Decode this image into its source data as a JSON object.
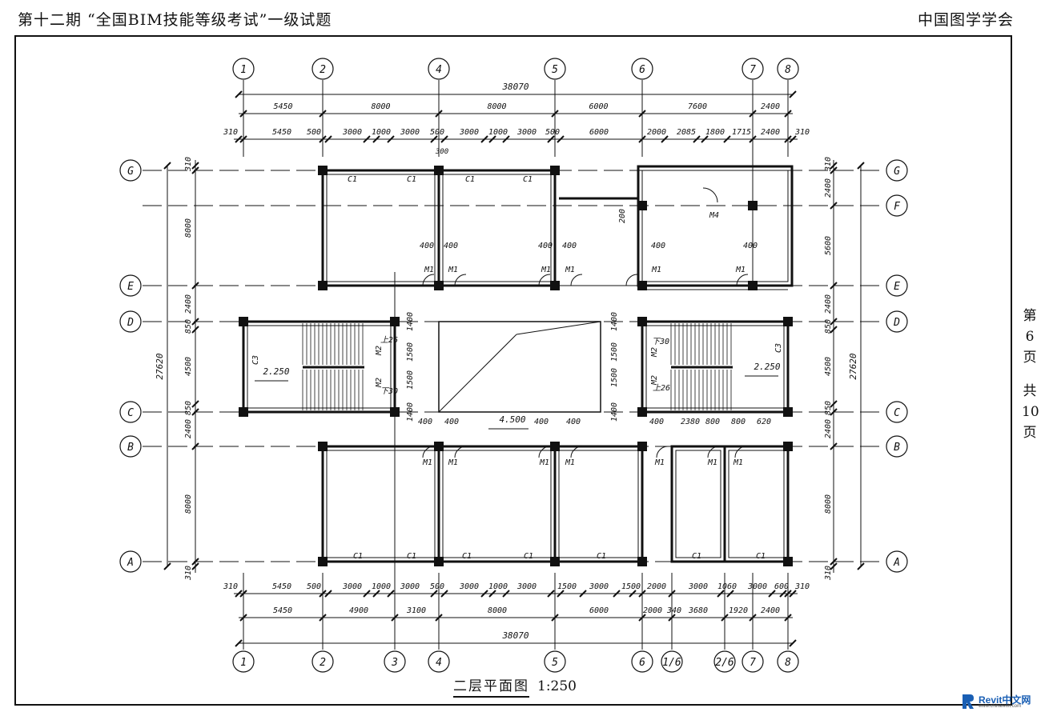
{
  "header": {
    "exam_title": "第十二期 “全国BIM技能等级考试”一级试题",
    "society": "中国图学学会"
  },
  "side_note": [
    "第",
    "6",
    "页",
    "共",
    "10",
    "页"
  ],
  "drawing": {
    "title": "二层平面图",
    "scale": "1:250",
    "total_width": "38070",
    "total_depth": "27620",
    "axis_labels": {
      "top": [
        "1",
        "2",
        "4",
        "5",
        "6",
        "7",
        "8"
      ],
      "bottom": [
        "1",
        "2",
        "3",
        "4",
        "5",
        "6",
        "1/6",
        "2/6",
        "7",
        "8"
      ],
      "rows": [
        "G",
        "F",
        "E",
        "D",
        "C",
        "B",
        "A"
      ]
    },
    "top_dims_outer": [
      "5450",
      "8000",
      "8000",
      "6000",
      "7600",
      "2400"
    ],
    "top_dims_inner": [
      "310",
      "5450",
      "500",
      "3000",
      "1000",
      "3000",
      "500",
      "3000",
      "1000",
      "3000",
      "500",
      "6000",
      "2000",
      "2085",
      "1800",
      "1715",
      "2400",
      "310"
    ],
    "bottom_dims_inner": [
      "310",
      "5450",
      "500",
      "3000",
      "1000",
      "3000",
      "500",
      "3000",
      "1000",
      "3000",
      "1500",
      "3000",
      "1500",
      "2000",
      "3000",
      "1060",
      "3000",
      "600",
      "310"
    ],
    "bottom_dims_outer": [
      "5450",
      "4900",
      "3100",
      "8000",
      "6000",
      "2000",
      "340",
      "3680",
      "1920",
      "2400"
    ],
    "left_dims": [
      "310",
      "8000",
      "2400",
      "850",
      "4500",
      "850",
      "2400",
      "8000",
      "310"
    ],
    "right_dims": [
      "310",
      "2400",
      "5600",
      "2400",
      "850",
      "4500",
      "850",
      "2400",
      "8000",
      "310"
    ],
    "labels": {
      "window_c1": "C1",
      "window_c3": "C3",
      "door_m1": "M1",
      "door_m2": "M2",
      "door_m4": "M4",
      "elev_stair": "2.250",
      "elev_floor": "4.500",
      "up_26": "上26",
      "down_30": "下30",
      "d400": "400",
      "d200": "200",
      "d1400": "1400",
      "d1500": "1500",
      "d500": "500",
      "d300": "300",
      "d2380": "2380",
      "d800": "800",
      "d620": "620",
      "d340": "340"
    }
  },
  "logo": {
    "text": "Revit中文网",
    "url": "www.chinarevit.com"
  },
  "colors": {
    "line": "#111111",
    "logo_blue": "#1a5fb4"
  }
}
